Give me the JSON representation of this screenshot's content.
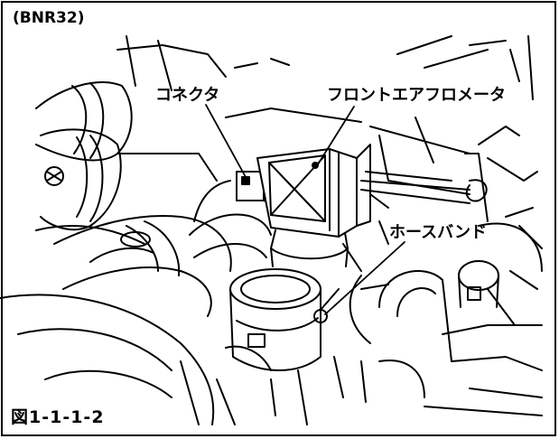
{
  "figure": {
    "model_label": "(BNR32)",
    "caption": "図1-1-1-2",
    "callouts": {
      "connector": "コネクタ",
      "air_flow_meter": "フロントエアフロメータ",
      "hose_band": "ホースバンド"
    }
  }
}
